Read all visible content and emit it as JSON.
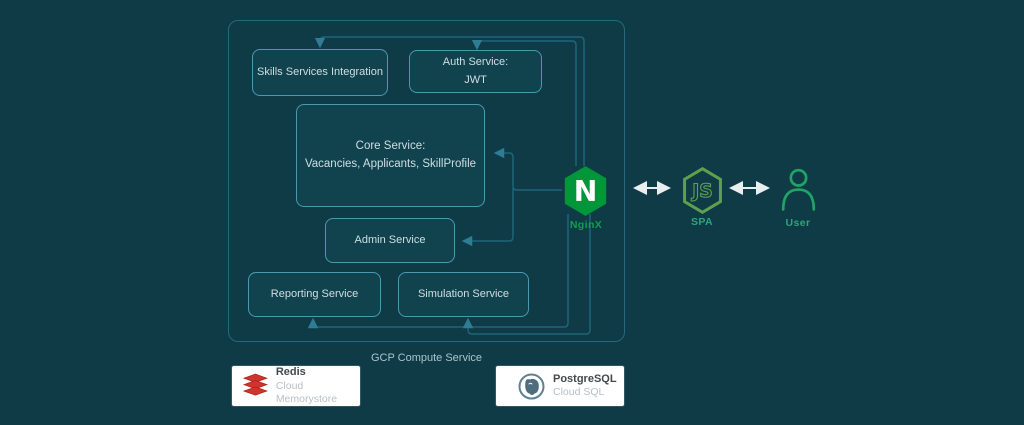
{
  "title": "Web application architecture diagram",
  "colors": {
    "background": "#0f3b47",
    "group_border": "#24697e",
    "service_border": "#4999b0",
    "service_fill": "#11434f",
    "service_text": "#cfdee3",
    "connector": "#1e6579",
    "arrowhead": "#2e7d95",
    "white_arrow": "#e9eef0",
    "nginx_green": "#009639",
    "nodejs_green": "#5fa04e",
    "user_green": "#21a366",
    "label_green": "#0ca24e",
    "redis_red": "#d0342c",
    "postgres_slate": "#4e6e80"
  },
  "gcp_group": {
    "label": "GCP Compute Service"
  },
  "services": {
    "skills": {
      "label": "Skills Services Integration"
    },
    "auth": {
      "line1": "Auth Service:",
      "line2": "JWT"
    },
    "core": {
      "line1": "Core Service:",
      "line2": "Vacancies, Applicants, SkillProfile"
    },
    "admin": {
      "label": "Admin Service"
    },
    "reporting": {
      "label": "Reporting Service"
    },
    "simulation": {
      "label": "Simulation Service"
    }
  },
  "gateway": {
    "label": "NginX",
    "letter": "N",
    "icon": "nginx-icon"
  },
  "spa": {
    "label": "SPA",
    "letters": "JS",
    "icon": "nodejs-icon"
  },
  "user": {
    "label": "User",
    "icon": "user-icon"
  },
  "datastores": [
    {
      "name": "Redis",
      "subtitle": "Cloud Memorystore",
      "icon": "redis-icon"
    },
    {
      "name": "PostgreSQL",
      "subtitle": "Cloud SQL",
      "icon": "postgresql-icon"
    }
  ]
}
